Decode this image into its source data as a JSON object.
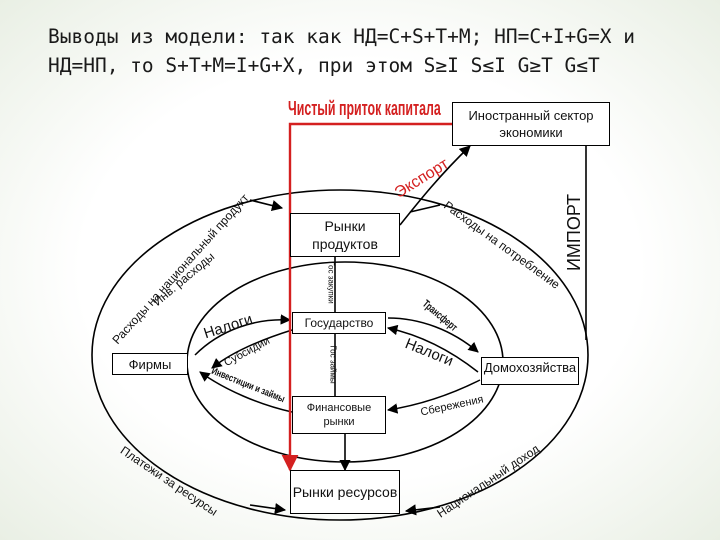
{
  "title": {
    "line1": "Выводы из модели: так как НД=C+S+T+M; НП=C+I+G=X и",
    "line2": "НД=НП, то S+T+M=I+G+X, при этом S≥I  S≤I  G≥T G≤T"
  },
  "colors": {
    "flow_red": "#d42020",
    "outline": "#000000",
    "text": "#111111"
  },
  "diagram": {
    "capital_inflow": "Чистый приток капитала",
    "foreign_sector": "Иностранный сектор экономики",
    "export": "Экспорт",
    "import": "ИМПОРТ",
    "product_markets": "Рынки продуктов",
    "government": "Государство",
    "firms": "Фирмы",
    "households": "Домохозяйства",
    "financial_markets": "Финансовые рынки",
    "resource_markets": "Рынки ресурсов",
    "national_product_spending": "Расходы на национальный продукт",
    "investment_spending": "Инв. расходы",
    "consumption_spending": "Расходы на потребление",
    "gov_purchases": "Гос закупки",
    "gov_loans": "Гос займы",
    "taxes_firms": "Налоги",
    "subsidies": "Субсидии",
    "taxes_households": "Налоги",
    "transfers": "Трансферт",
    "savings": "Сбережения",
    "investment_loans": "Инвестиции и займы",
    "resource_payments": "Платежи за ресурсы",
    "national_income": "Национальный доход"
  }
}
